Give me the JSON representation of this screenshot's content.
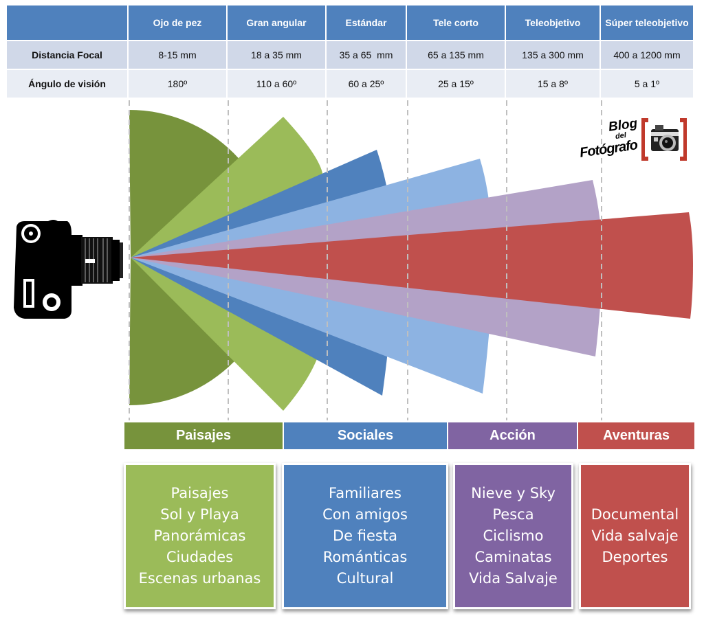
{
  "table": {
    "headers": [
      "Ojo de pez",
      "Gran angular",
      "Estándar",
      "Tele corto",
      "Teleobjetivo",
      "Súper teleobjetivo"
    ],
    "rows": [
      {
        "label": "Distancia Focal",
        "values": [
          "8-15 mm",
          "18 a 35 mm",
          "35 a 65  mm",
          "65 a 135 mm",
          "135 a 300 mm",
          "400 a 1200 mm"
        ]
      },
      {
        "label": "Ángulo de visión",
        "values": [
          "180º",
          "110 a 60º",
          "60 a 25º",
          "25 a 15º",
          "15 a 8º",
          "5 a 1º"
        ]
      }
    ]
  },
  "logo": {
    "line1": "Blog",
    "line2": "del",
    "line3": "Fotógrafo"
  },
  "categories": [
    {
      "name": "Paisajes",
      "items": [
        "Paisajes",
        "Sol y Playa",
        "Panorámicas",
        "Ciudades",
        "Escenas urbanas"
      ]
    },
    {
      "name": "Sociales",
      "items": [
        "Familiares",
        "Con amigos",
        "De fiesta",
        "Románticas",
        "Cultural"
      ]
    },
    {
      "name": "Acción",
      "items": [
        "Nieve y Sky",
        "Pesca",
        "Ciclismo",
        "Caminatas",
        "Vida Salvaje"
      ]
    },
    {
      "name": "Aventuras",
      "items": [
        "Documental",
        "Vida salvaje",
        "Deportes"
      ]
    }
  ],
  "colors": {
    "header_blue": "#4f81bd",
    "fisheye": "#77933c",
    "wide": "#9bbb59",
    "standard": "#4f81bd",
    "short_tele": "#8db3e2",
    "tele": "#b3a2c7",
    "super_tele": "#c0504d",
    "cat_paisajes_bar": "#77933c",
    "cat_paisajes_box": "#9bbb59",
    "cat_sociales": "#4f81bd",
    "cat_accion_bar": "#8064a2",
    "cat_accion_box": "#8064a2",
    "cat_aventuras": "#c0504d"
  },
  "icons": [
    "dslr-camera-icon",
    "retro-camera-logo-icon"
  ]
}
